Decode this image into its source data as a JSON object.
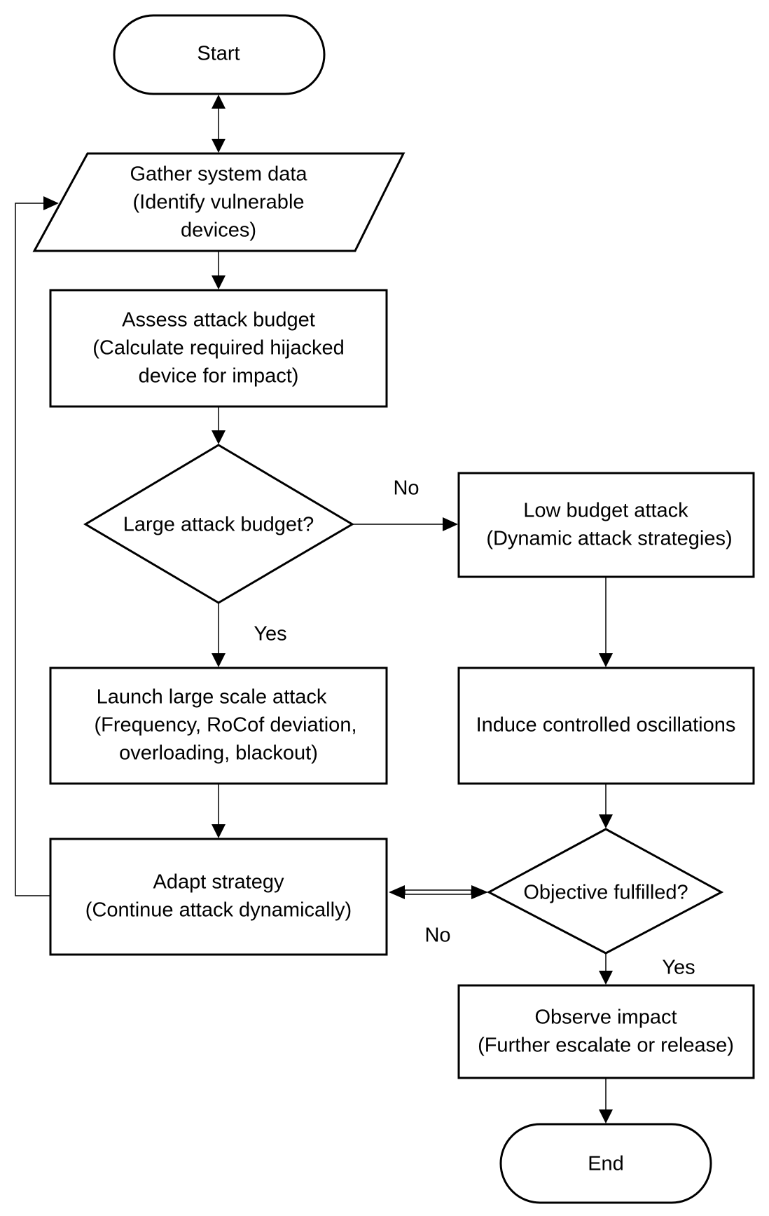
{
  "nodes": {
    "start": "Start",
    "gather": [
      "Gather system data",
      "(Identify vulnerable",
      "devices)"
    ],
    "assess": [
      "Assess attack budget",
      "(Calculate required hijacked",
      "device for impact)"
    ],
    "decision_budget": "Large attack budget?",
    "low_budget": [
      "Low budget attack",
      "(Dynamic attack strategies)"
    ],
    "large_scale": [
      "Launch large scale attack",
      "(Frequency, RoCof deviation,",
      "overloading, blackout)"
    ],
    "induce": "Induce controlled oscillations",
    "adapt": [
      "Adapt strategy",
      "(Continue attack dynamically)"
    ],
    "decision_objective": "Objective fulfilled?",
    "observe": [
      "Observe impact",
      "(Further escalate or release)"
    ],
    "end": "End"
  },
  "edge_labels": {
    "budget_no": "No",
    "budget_yes": "Yes",
    "objective_no": "No",
    "objective_yes": "Yes"
  }
}
